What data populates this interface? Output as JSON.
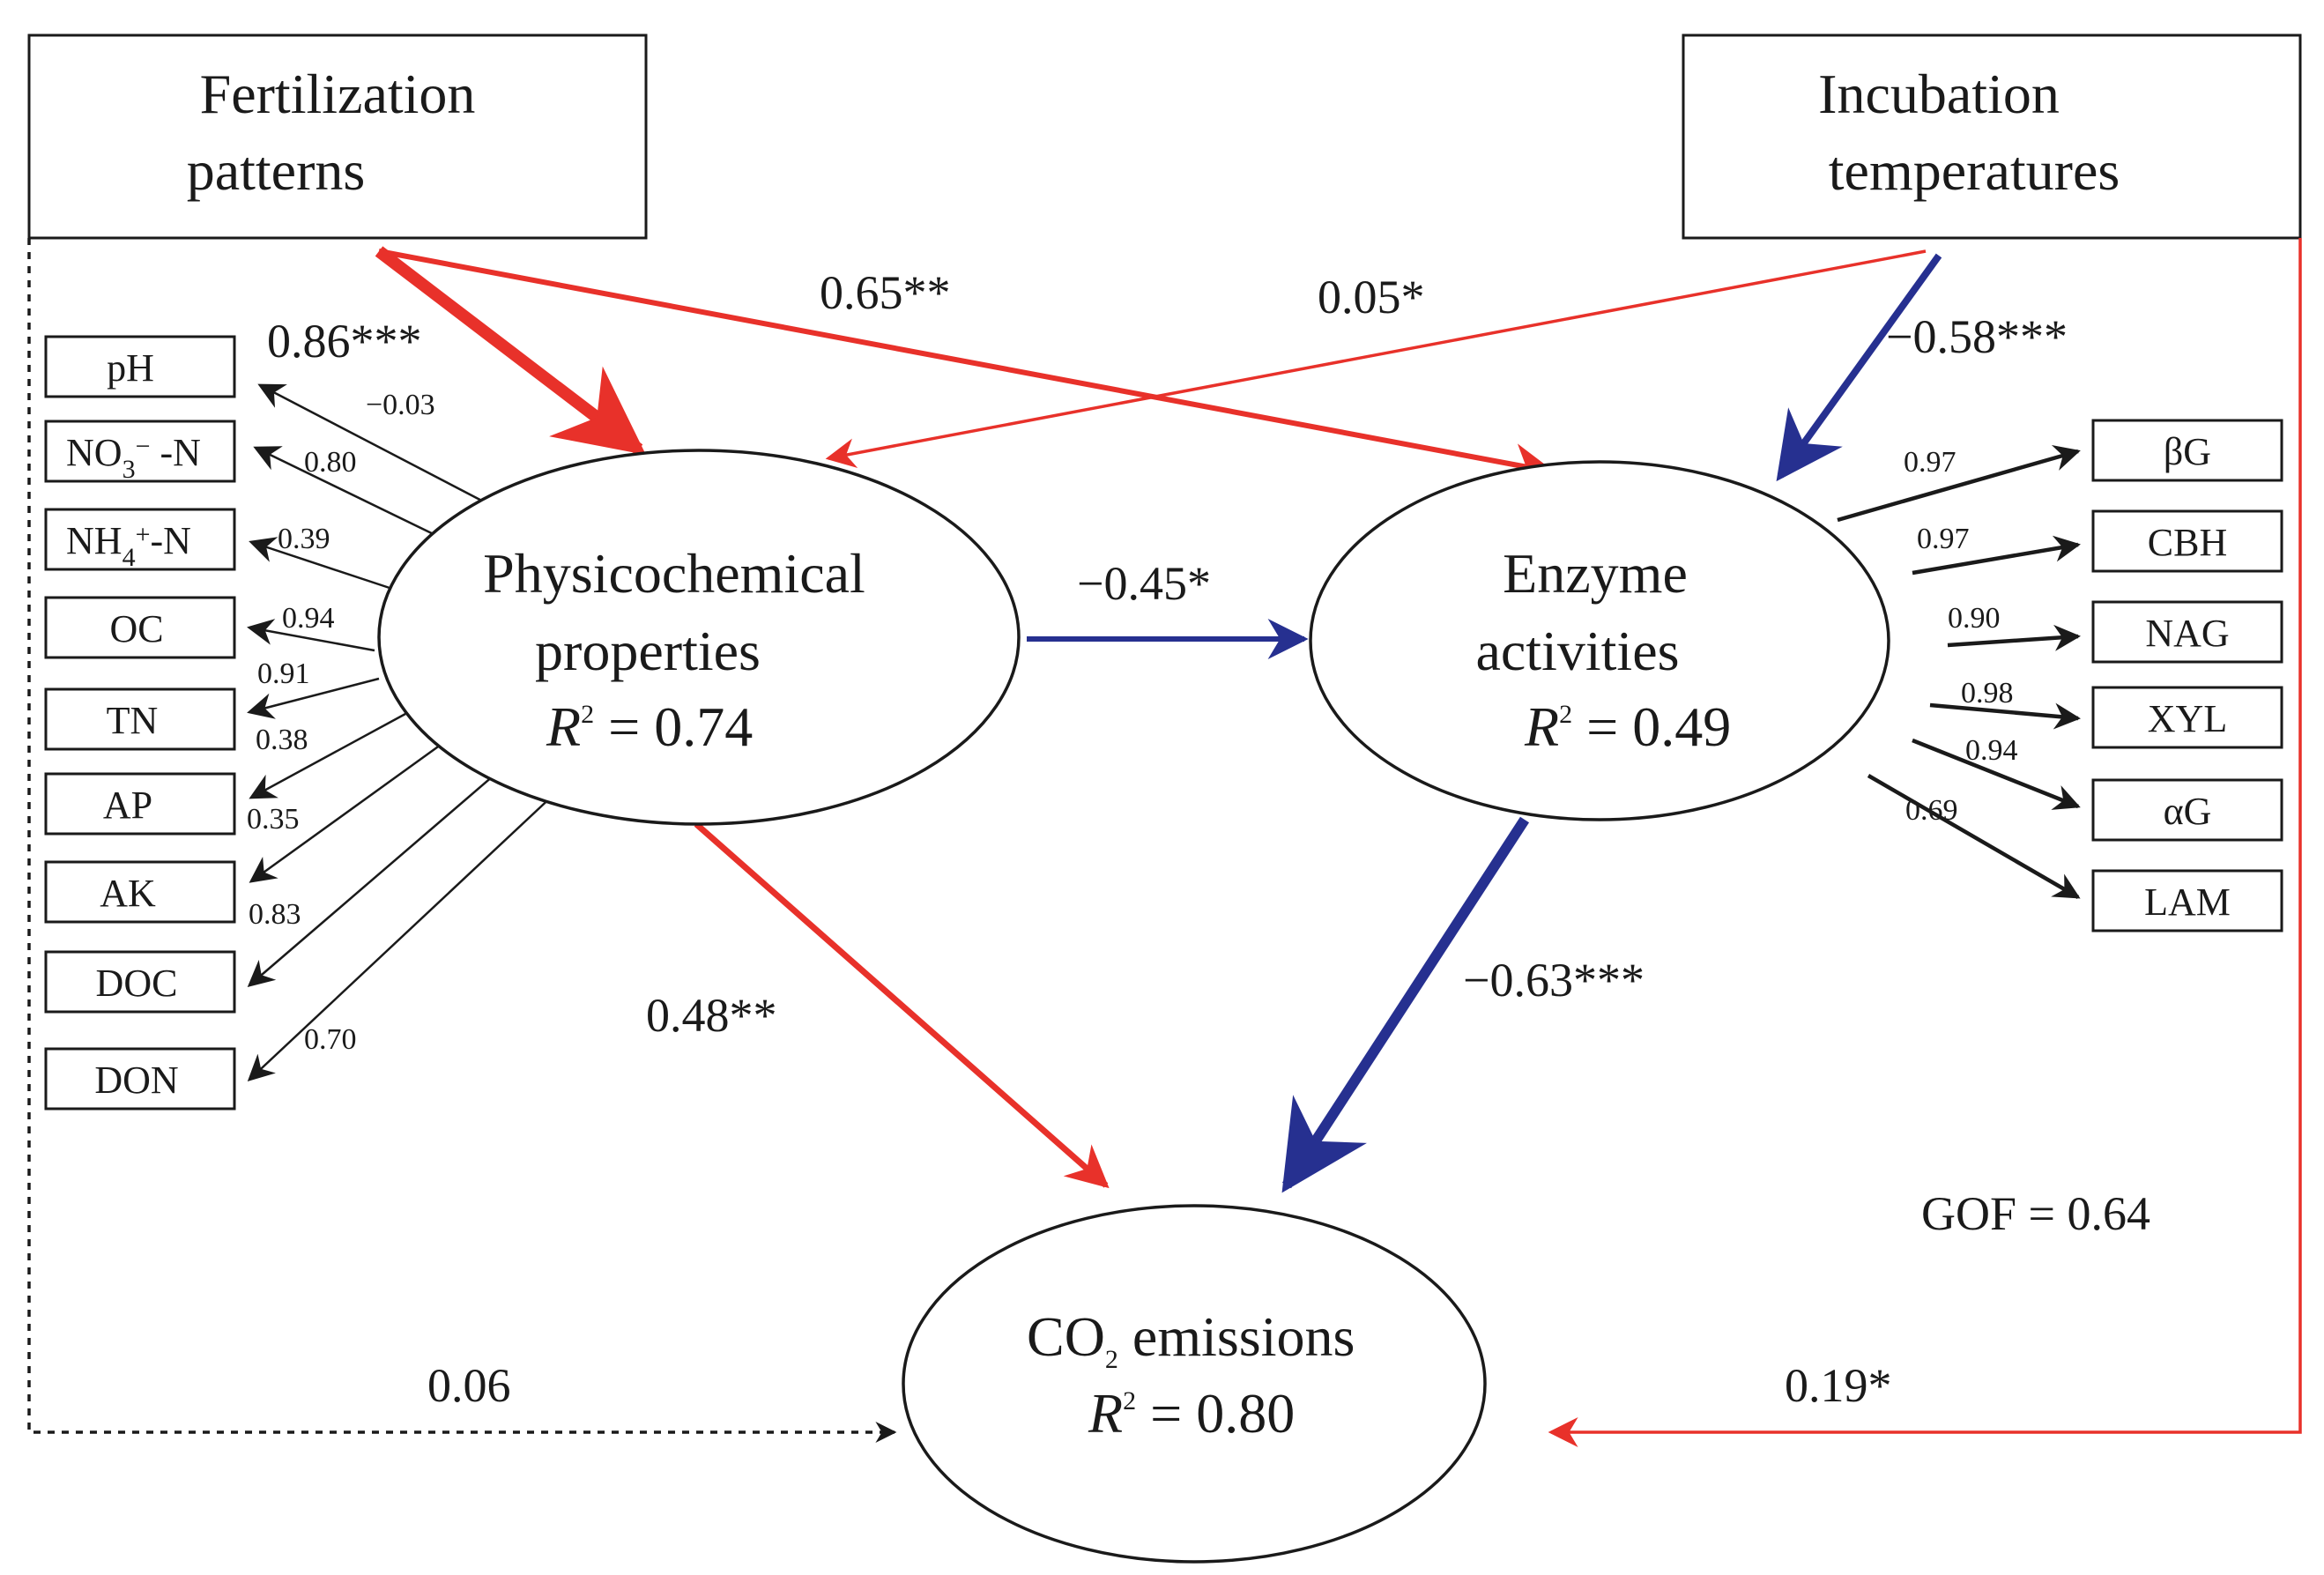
{
  "colors": {
    "positive": "#e8312a",
    "negative": "#263090",
    "neutral": "#1a1a1a"
  },
  "boxes": {
    "fertilization": [
      "Fertilization",
      "patterns"
    ],
    "incubation": [
      "Incubation",
      "temperatures"
    ]
  },
  "latents": {
    "physicochemical": {
      "lines": [
        "Physicochemical",
        "properties"
      ],
      "r2": "= 0.74"
    },
    "enzyme": {
      "lines": [
        "Enzyme",
        "activities"
      ],
      "r2": "= 0.49"
    },
    "co2": {
      "prefix": "CO",
      "sub": "2",
      "suffix": " emissions",
      "r2": "= 0.80"
    }
  },
  "r2_symbol": "R",
  "r2_sup": "2",
  "paths": {
    "fert_to_phys": "0.86***",
    "fert_to_enz": "0.65**",
    "inc_to_phys": "0.05*",
    "inc_to_enz": "−0.58***",
    "phys_to_enz": "−0.45*",
    "phys_to_co2": "0.48**",
    "enz_to_co2": "−0.63***",
    "fert_to_co2": "0.06",
    "inc_to_co2": "0.19*"
  },
  "phys_indicators": [
    {
      "label": "pH",
      "coef": "−0.03"
    },
    {
      "label": "NO3− -N",
      "coef": "0.80"
    },
    {
      "label": "NH4+-N",
      "coef": "0.39"
    },
    {
      "label": "OC",
      "coef": "0.94"
    },
    {
      "label": "TN",
      "coef": "0.91"
    },
    {
      "label": "AP",
      "coef": "0.38"
    },
    {
      "label": "AK",
      "coef": "0.35"
    },
    {
      "label": "DOC",
      "coef": "0.83"
    },
    {
      "label": "DON",
      "coef": "0.70"
    }
  ],
  "enz_indicators": [
    {
      "label": "βG",
      "coef": "0.97"
    },
    {
      "label": "CBH",
      "coef": "0.97"
    },
    {
      "label": "NAG",
      "coef": "0.90"
    },
    {
      "label": "XYL",
      "coef": "0.98"
    },
    {
      "label": "αG",
      "coef": "0.94"
    },
    {
      "label": "LAM",
      "coef": "0.69"
    }
  ],
  "gof": "GOF = 0.64"
}
